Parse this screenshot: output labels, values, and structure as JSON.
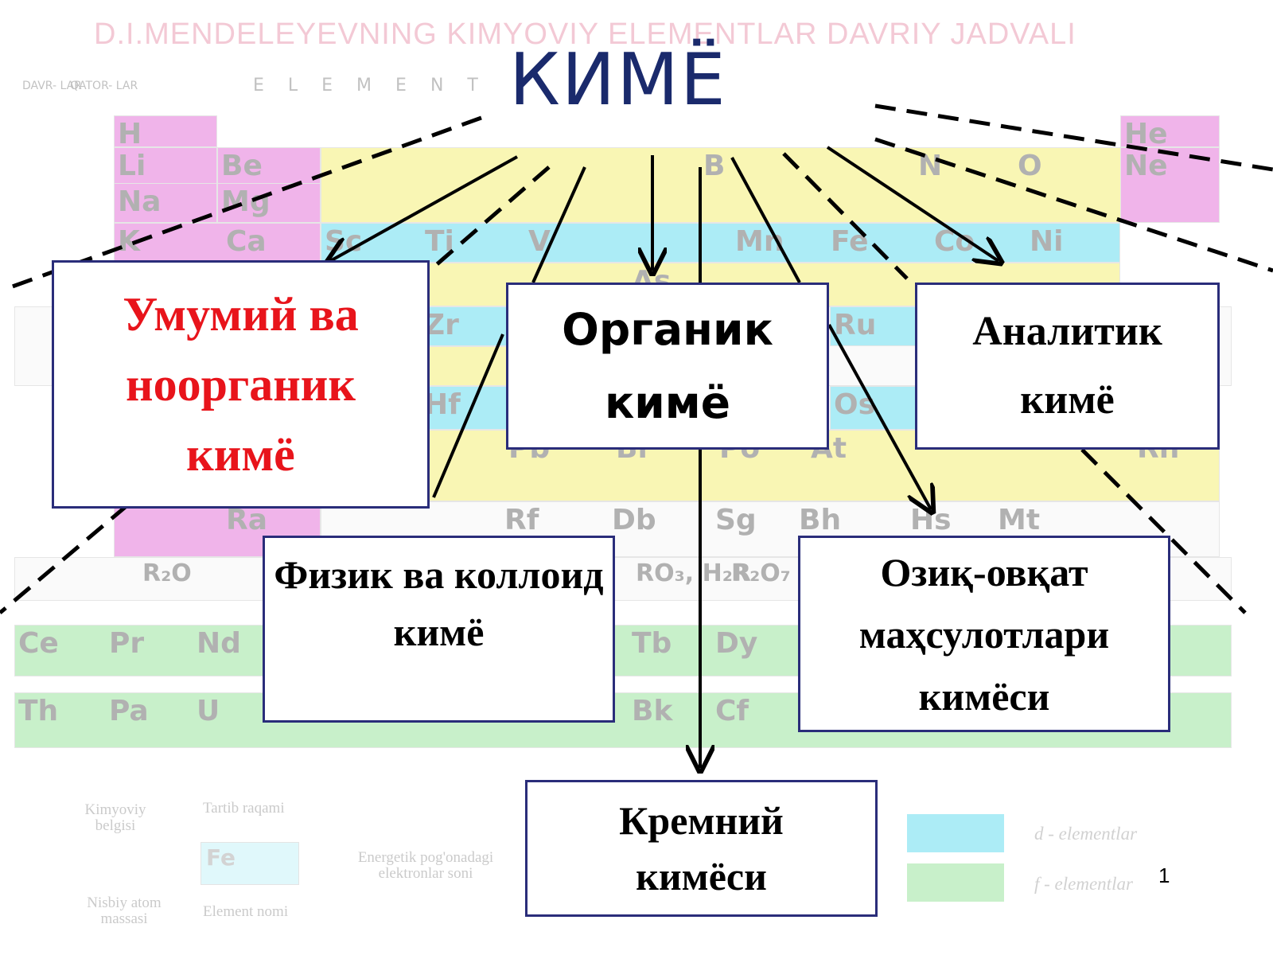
{
  "background": {
    "table_title": "D.I.MENDELEYEVNING KIMYOVIY ELEMENTLAR DAVRIY JADVALI",
    "legend": {
      "symbol_label": "Kimyoviy belgisi",
      "order_label": "Tartib raqami",
      "shell_label": "Energetik pog'onadagi elektronlar soni",
      "mass_label": "Nisbiy atom massasi",
      "name_label": "Element nomi",
      "sample_symbol": "Fe",
      "d_label": "d - elementlar",
      "f_label": "f - elementlar"
    }
  },
  "title": "КИМЁ",
  "boxes": {
    "general": "Умумий ва ноорганик кимё",
    "organic": "Органик кимё",
    "analytic": "Аналитик кимё",
    "physical": "Физик ва коллоид кимё",
    "food": "Озиқ-овқат маҳсулотлари кимёси",
    "silicon": "Кремний кимёси"
  },
  "colors": {
    "title": "#1a2a6c",
    "general_text": "#e8141b",
    "box_border": "#2a2d7a",
    "d_elements": "#48d6ec",
    "f_elements": "#86e08c"
  },
  "page_number": "1"
}
